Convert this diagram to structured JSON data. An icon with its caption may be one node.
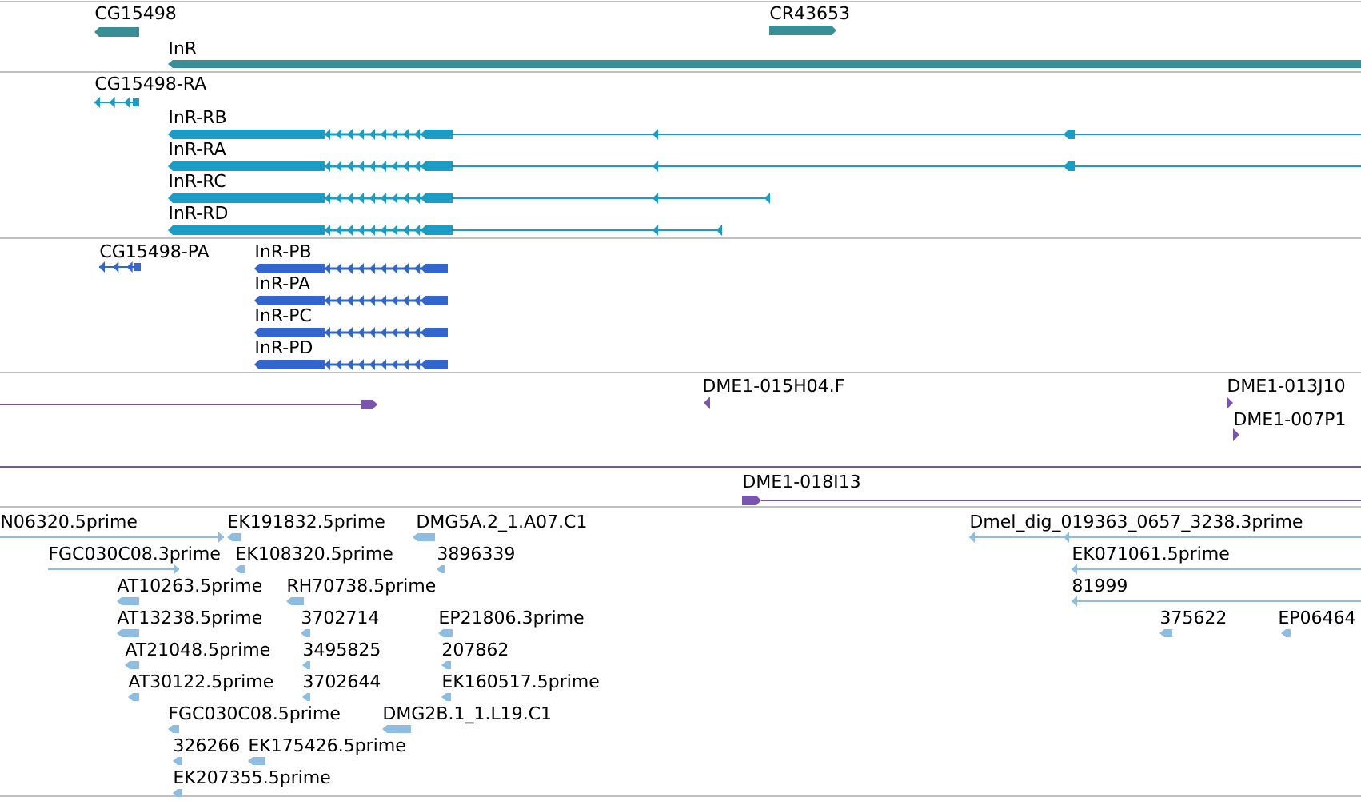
{
  "diagram": {
    "labels": [
      "CG15498",
      "CR43653",
      "InR",
      "CG15498-RA",
      "InR-RB",
      "InR-RA",
      "InR-RC",
      "InR-RD",
      "CG15498-PA",
      "InR-PB",
      "InR-PA",
      "InR-PC",
      "InR-PD",
      "DME1-015H04.F",
      "DME1-013J10",
      "DME1-007P1",
      "DME1-018I13",
      "N06320.5prime",
      "EK191832.5prime",
      "DMG5A.2_1.A07.C1",
      "Dmel_dig_019363_0657_3238.3prime",
      "FGC030C08.3prime",
      "EK108320.5prime",
      "3896339",
      "EK071061.5prime",
      "AT10263.5prime",
      "RH70738.5prime",
      "81999",
      "AT13238.5prime",
      "3702714",
      "EP21806.3prime",
      "375622",
      "EP06464",
      "AT21048.5prime",
      "3495825",
      "207862",
      "AT30122.5prime",
      "3702644",
      "EK160517.5prime",
      "FGC030C08.5prime",
      "DMG2B.1_1.L19.C1",
      "326266",
      "EK175426.5prime",
      "EK207355.5prime"
    ]
  }
}
